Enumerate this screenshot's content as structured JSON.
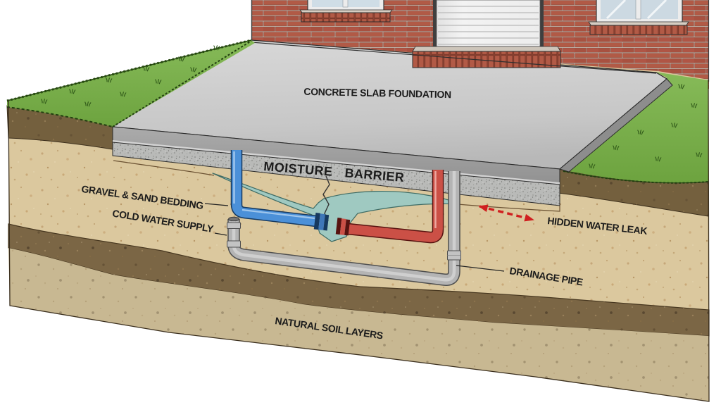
{
  "diagram": {
    "labels": {
      "concrete_slab_foundation": "CONCRETE SLAB FOUNDATION",
      "moisture_barrier": "MOISTURE BARRIER",
      "gravel_sand_bedding": "GRAVEL & SAND BEDDING",
      "cold_water_supply": "COLD WATER SUPPLY",
      "hidden_water_leak": "HIDDEN WATER LEAK",
      "drainage_pipe": "DRAINAGE PIPE",
      "natural_soil_layers": "NATURAL SOIL LAYERS"
    },
    "colors": {
      "concrete": "#c9c9c9",
      "moisture_barrier": "#b9bab8",
      "sand": "#dbc89e",
      "topsoil": "#74603e",
      "lower_soil": "#c8b892",
      "grass": "#7cb14c",
      "brick": "#b15a46",
      "blue_pipe": "#4b90d8",
      "red_pipe": "#cb5046",
      "gray_pipe": "#b4b4b4",
      "leak_water": "#9fc9c1",
      "leak_arrow": "#d01f1f"
    }
  }
}
